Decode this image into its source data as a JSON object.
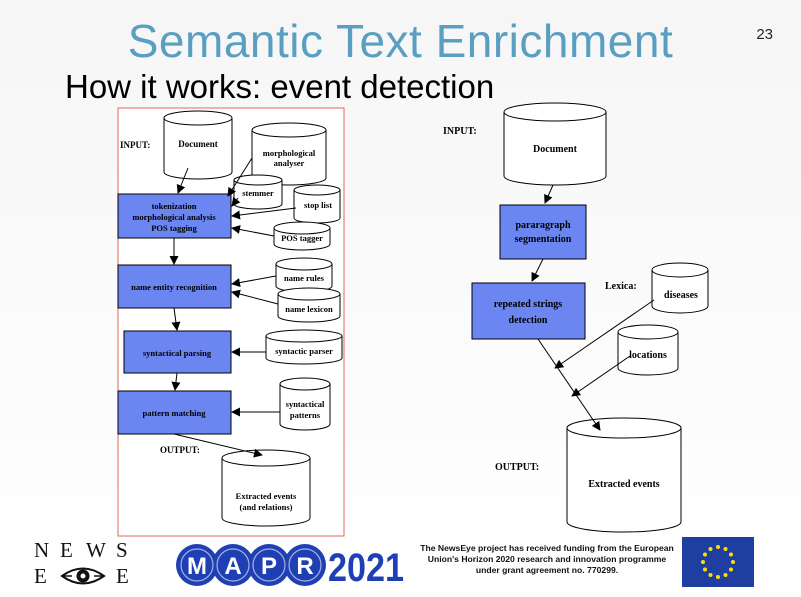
{
  "slide": {
    "title": "Semantic Text Enrichment",
    "subtitle": "How it works: event detection",
    "number": "23"
  },
  "left_diagram": {
    "input_label": "INPUT:",
    "output_label": "OUTPUT:",
    "input_doc": "Document",
    "steps": [
      [
        "tokenization",
        "morphological analysis",
        "POS tagging"
      ],
      [
        "name entity recognition"
      ],
      [
        "syntactical parsing"
      ],
      [
        "pattern matching"
      ]
    ],
    "resources": {
      "morph_analyser": [
        "morphological",
        "analyser"
      ],
      "stemmer": "stemmer",
      "stop_list": "stop list",
      "pos_tagger": "POS tagger",
      "name_rules": "name rules",
      "name_lexicon": "name lexicon",
      "syntactic_parser": "syntactic parser",
      "syntactical_patterns": [
        "syntactical",
        "patterns"
      ]
    },
    "output_doc": [
      "Extracted events",
      "(and relations)"
    ]
  },
  "right_diagram": {
    "input_label": "INPUT:",
    "output_label": "OUTPUT:",
    "lexica_label": "Lexica:",
    "input_doc": "Document",
    "steps": [
      [
        "pararagraph",
        "segmentation"
      ],
      [
        "repeated strings",
        "detection"
      ]
    ],
    "lexica": [
      "diseases",
      "locations"
    ],
    "output_doc": "Extracted events"
  },
  "footer": {
    "newseye_letters": [
      "N",
      "E",
      "W",
      "S",
      "E",
      "E"
    ],
    "mapr_letters": [
      "M",
      "A",
      "P",
      "R"
    ],
    "mapr_year": "2021",
    "funding_text": "The NewsEye project has received funding from the European Union's Horizon 2020 research and innovation programme under grant agreement no. 770299."
  },
  "colors": {
    "title": "#5a9fc2",
    "process_box": "#6b86f0",
    "frame_border": "#e06a50",
    "mapr_blue": "#1f3fb4",
    "eu_blue": "#1e3fa0",
    "eu_stars": "#ffdd00"
  }
}
